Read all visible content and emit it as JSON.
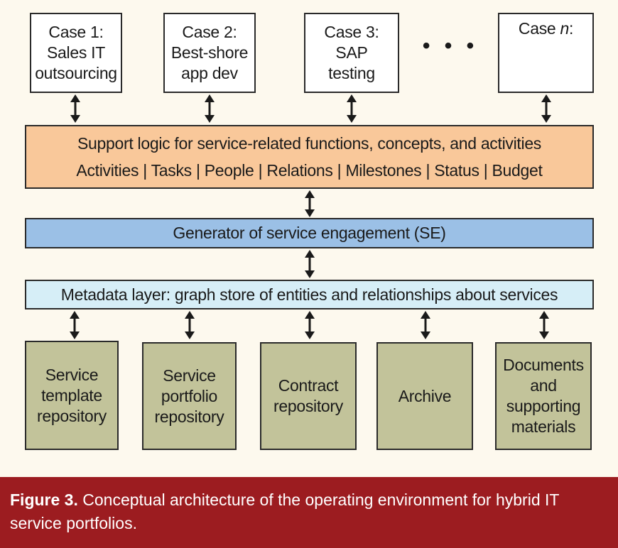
{
  "cases": [
    {
      "label": "Case 1:\nSales IT\noutsourcing"
    },
    {
      "label": "Case 2:\nBest-shore\napp dev"
    },
    {
      "label": "Case 3:\nSAP\ntesting"
    },
    {
      "label_prefix": "Case ",
      "label_italic": "n",
      "label_suffix": ":"
    }
  ],
  "ellipsis": "• • •",
  "support": {
    "title": "Support logic for service-related functions, concepts, and activities",
    "items": "Activities | Tasks | People | Relations | Milestones | Status | Budget"
  },
  "generator": {
    "label": "Generator of service engagement (SE)"
  },
  "metadata": {
    "label": "Metadata layer: graph store of entities and relationships about services"
  },
  "repositories": [
    {
      "label": "Service\ntemplate\nrepository"
    },
    {
      "label": "Service\nportfolio\nrepository"
    },
    {
      "label": "Contract\nrepository"
    },
    {
      "label": "Archive"
    },
    {
      "label": "Documents\nand\nsupporting\nmaterials"
    }
  ],
  "caption": {
    "figure_label": "Figure 3.",
    "text": " Conceptual architecture of the operating environment for hybrid IT service portfolios."
  },
  "colors": {
    "support_fill": "#f9c89a",
    "generator_fill": "#9bc0e6",
    "metadata_fill": "#d6eef7",
    "repository_fill": "#c2c39a",
    "caption_bar": "#9c1c20",
    "background": "#fdf9ee"
  }
}
